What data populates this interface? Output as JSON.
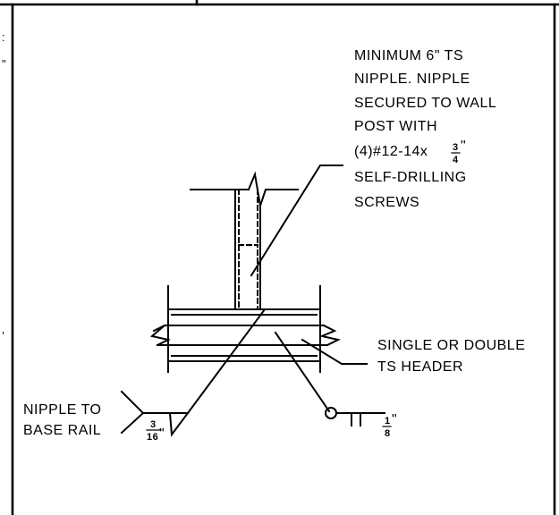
{
  "callout_nipple": {
    "lines": [
      "MINIMUM 6\" TS",
      "NIPPLE. NIPPLE",
      "SECURED TO WALL",
      "POST WITH",
      "(4)#12-14x",
      "SELF-DRILLING",
      "SCREWS"
    ],
    "fraction": {
      "num": "3",
      "den": "4",
      "suffix": "\""
    }
  },
  "callout_header": {
    "lines": [
      "SINGLE OR DOUBLE",
      "TS HEADER"
    ]
  },
  "callout_weld_base": {
    "lines": [
      "NIPPLE TO",
      "BASE RAIL"
    ],
    "weld_size": {
      "num": "3",
      "den": "16",
      "suffix": "\""
    }
  },
  "weld_right": {
    "weld_size": {
      "num": "1",
      "den": "8",
      "suffix": "\""
    }
  },
  "left_margin_marks": [
    ":",
    "\"",
    "’"
  ]
}
